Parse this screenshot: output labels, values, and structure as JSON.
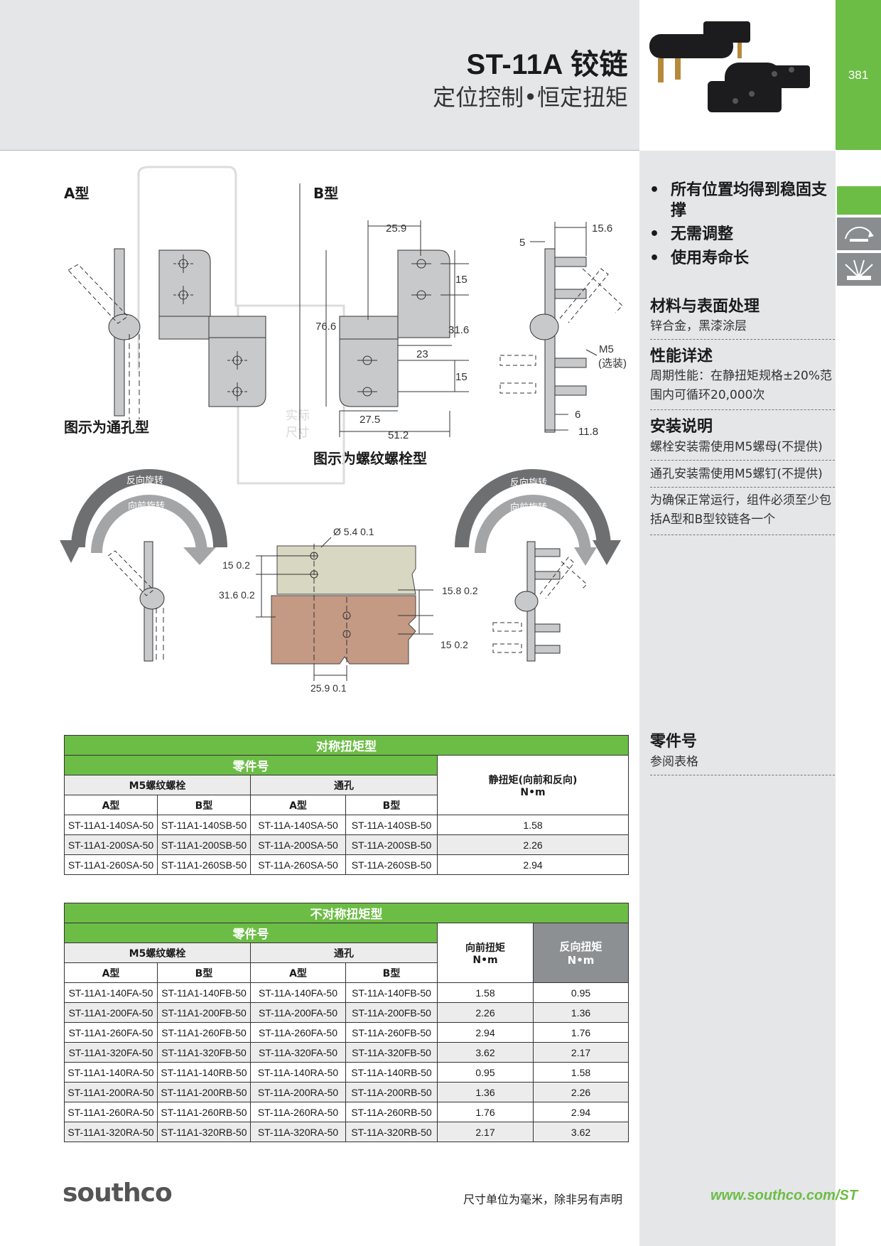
{
  "header": {
    "title": "ST-11A 铰链",
    "subtitle": "定位控制•恒定扭矩",
    "page_number": "381"
  },
  "features": [
    "所有位置均得到稳固支撑",
    "无需调整",
    "使用寿命长"
  ],
  "sections": {
    "material": {
      "heading": "材料与表面处理",
      "text": "锌合金，黑漆涂层"
    },
    "performance": {
      "heading": "性能详述",
      "text": "周期性能：在静扭矩规格±20%范围内可循环20,000次"
    },
    "install": {
      "heading": "安装说明",
      "items": [
        "螺栓安装需使用M5螺母(不提供)",
        "通孔安装需使用M5螺钉(不提供)",
        "为确保正常运行，组件必须至少包括A型和B型铰链各一个"
      ]
    },
    "parts": {
      "heading": "零件号",
      "text": "参阅表格"
    }
  },
  "drawing": {
    "label_a": "A型",
    "label_b": "B型",
    "caption_through": "图示为通孔型",
    "caption_thread": "图示为螺纹螺栓型",
    "watermark": [
      "实际",
      "尺寸"
    ],
    "dims_b": [
      "25.9",
      "15",
      "76.6",
      "31.6",
      "23",
      "15",
      "27.5",
      "51.2"
    ],
    "dims_side": [
      "5",
      "15.6",
      "M5",
      "(选装)",
      "6",
      "11.8"
    ],
    "arrow_reverse": "反向旋转",
    "arrow_forward": "向前旋转",
    "dims_mount": [
      "Ø 5.4   0.1",
      "15   0.2",
      "31.6   0.2",
      "15.8   0.2",
      "15   0.2",
      "25.9   0.1"
    ]
  },
  "table_sym": {
    "title": "对称扭矩型",
    "part_no": "零件号",
    "group_thread": "M5螺纹螺栓",
    "group_hole": "通孔",
    "col_a": "A型",
    "col_b": "B型",
    "col_torque": "静扭矩(向前和反向)",
    "unit": "N•m",
    "rows": [
      [
        "ST-11A1-140SA-50",
        "ST-11A1-140SB-50",
        "ST-11A-140SA-50",
        "ST-11A-140SB-50",
        "1.58"
      ],
      [
        "ST-11A1-200SA-50",
        "ST-11A1-200SB-50",
        "ST-11A-200SA-50",
        "ST-11A-200SB-50",
        "2.26"
      ],
      [
        "ST-11A1-260SA-50",
        "ST-11A1-260SB-50",
        "ST-11A-260SA-50",
        "ST-11A-260SB-50",
        "2.94"
      ]
    ]
  },
  "table_asym": {
    "title": "不对称扭矩型",
    "part_no": "零件号",
    "group_thread": "M5螺纹螺栓",
    "group_hole": "通孔",
    "col_a": "A型",
    "col_b": "B型",
    "col_fwd": "向前扭矩",
    "col_rev": "反向扭矩",
    "unit": "N•m",
    "rows": [
      [
        "ST-11A1-140FA-50",
        "ST-11A1-140FB-50",
        "ST-11A-140FA-50",
        "ST-11A-140FB-50",
        "1.58",
        "0.95"
      ],
      [
        "ST-11A1-200FA-50",
        "ST-11A1-200FB-50",
        "ST-11A-200FA-50",
        "ST-11A-200FB-50",
        "2.26",
        "1.36"
      ],
      [
        "ST-11A1-260FA-50",
        "ST-11A1-260FB-50",
        "ST-11A-260FA-50",
        "ST-11A-260FB-50",
        "2.94",
        "1.76"
      ],
      [
        "ST-11A1-320FA-50",
        "ST-11A1-320FB-50",
        "ST-11A-320FA-50",
        "ST-11A-320FB-50",
        "3.62",
        "2.17"
      ],
      [
        "ST-11A1-140RA-50",
        "ST-11A1-140RB-50",
        "ST-11A-140RA-50",
        "ST-11A-140RB-50",
        "0.95",
        "1.58"
      ],
      [
        "ST-11A1-200RA-50",
        "ST-11A1-200RB-50",
        "ST-11A-200RA-50",
        "ST-11A-200RB-50",
        "1.36",
        "2.26"
      ],
      [
        "ST-11A1-260RA-50",
        "ST-11A1-260RB-50",
        "ST-11A-260RA-50",
        "ST-11A-260RB-50",
        "1.76",
        "2.94"
      ],
      [
        "ST-11A1-320RA-50",
        "ST-11A1-320RB-50",
        "ST-11A-320RA-50",
        "ST-11A-320RB-50",
        "2.17",
        "3.62"
      ]
    ]
  },
  "footer": {
    "logo": "southco",
    "note": "尺寸单位为毫米，除非另有声明",
    "url": "www.southco.com/ST"
  },
  "colors": {
    "accent": "#6cbd45",
    "panel": "#e4e6e8",
    "dark_header": "#8d9093",
    "wood_light": "#d8d7c2",
    "wood_dark": "#c49a85"
  }
}
